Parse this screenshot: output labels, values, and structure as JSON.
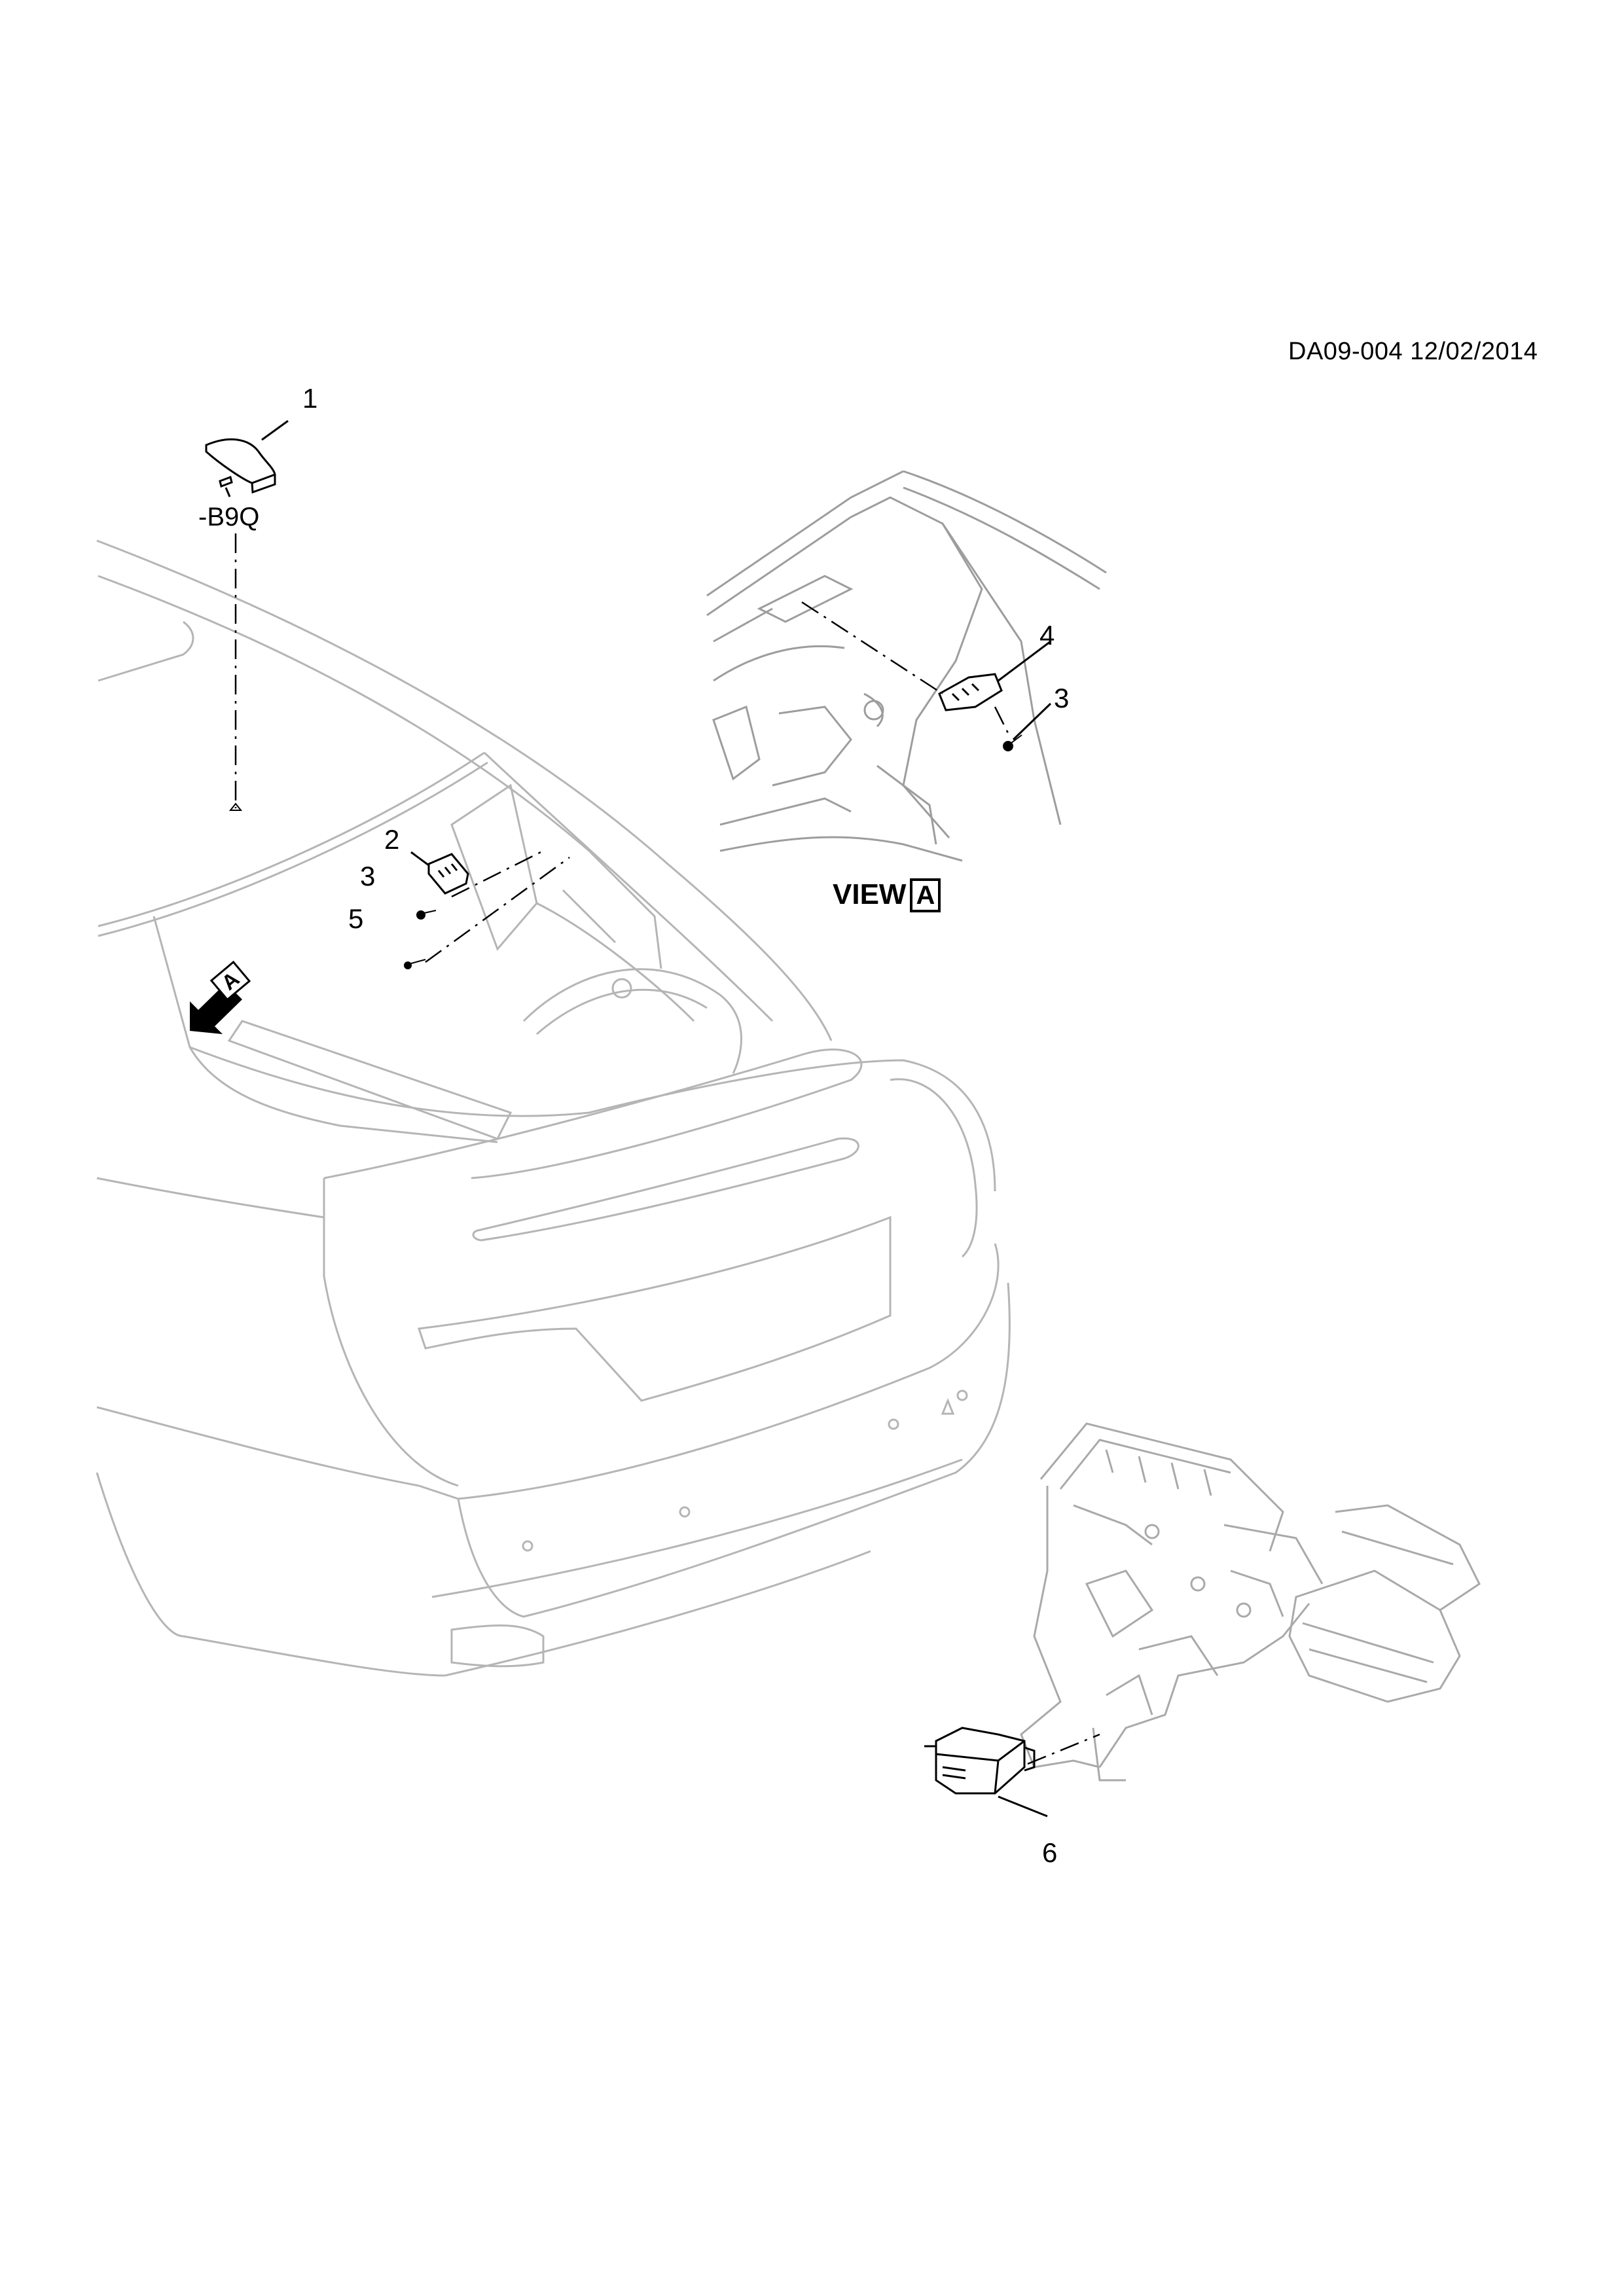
{
  "header": {
    "drawing_code": "DA09-004 12/02/2014"
  },
  "callouts": [
    {
      "id": "callout-1",
      "number": "1"
    },
    {
      "id": "callout-2",
      "number": "2"
    },
    {
      "id": "callout-3",
      "number": "3"
    },
    {
      "id": "callout-5",
      "number": "5"
    },
    {
      "id": "callout-4",
      "number": "4"
    },
    {
      "id": "callout-3b",
      "number": "3"
    },
    {
      "id": "callout-6",
      "number": "6"
    }
  ],
  "option_code": "-B9Q",
  "view": {
    "label": "VIEW",
    "letter": "A"
  },
  "view_arrow_letter": "A",
  "colors": {
    "line_dark": "#000000",
    "line_light": "#b8b8b8",
    "background": "#ffffff"
  }
}
